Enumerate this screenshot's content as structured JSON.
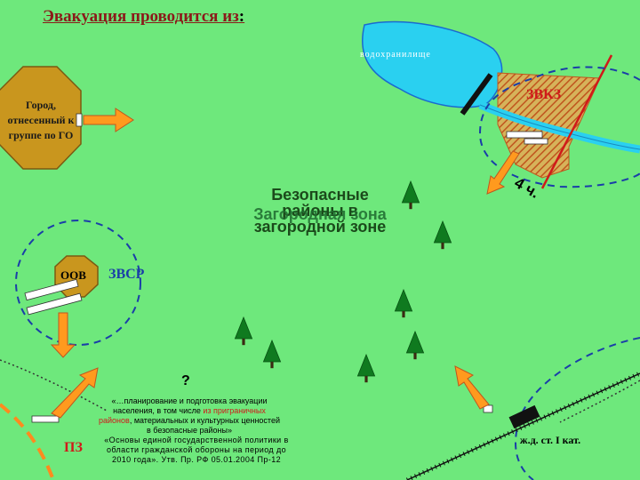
{
  "title": {
    "text": "Эвакуация проводится из",
    "colon": ":"
  },
  "reservoir": {
    "label": "водохранилище"
  },
  "city": {
    "label": "Город, отнесенный к группе по ГО"
  },
  "zvkz": {
    "label": "ЗВКЗ"
  },
  "hours": {
    "label": "4 ч."
  },
  "safe_area": {
    "text_a": "Безопасные районы в загородной зоне",
    "text_b": "Загородная зона"
  },
  "oov": {
    "label": "ООВ"
  },
  "zvsr": {
    "label": "ЗВСР"
  },
  "question": {
    "label": "?"
  },
  "quote": {
    "part1": "«…планирование и подготовка эвакуации населения, в том числе ",
    "highlight": "из приграничных районов",
    "part2": ", материальных и культурных ценностей в безопасные районы»"
  },
  "doc": {
    "text": "«Основы единой государственной политики в области гражданской обороны на период до 2010 года». Утв. Пр. РФ 05.01.2004 Пр-12"
  },
  "pz": {
    "label": "ПЗ"
  },
  "station": {
    "label": "ж.д. ст. I кат."
  },
  "colors": {
    "background": "#6ee87c",
    "water": "#2ad0f0",
    "zvkz_hatch": "#c9721e",
    "dashed_border": "#1a3ea8",
    "red": "#d01a1a",
    "city_octagon": "#c9961e",
    "arrow_fill": "#ff9a1e",
    "tree": "#0f7a1f"
  }
}
